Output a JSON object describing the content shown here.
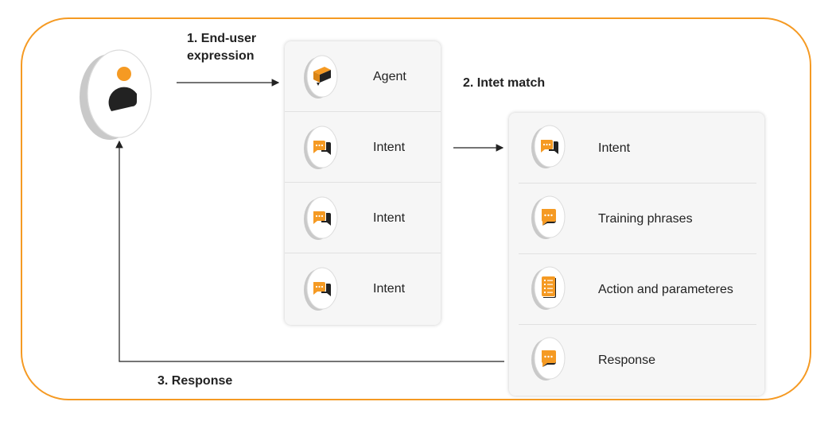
{
  "steps": {
    "step1_line1": "1. End-user",
    "step1_line2": "expression",
    "step2": "2. Intet match",
    "step3": "3. Response"
  },
  "agent_panel": {
    "rows": [
      {
        "label": "Agent",
        "icon": "folder-icon"
      },
      {
        "label": "Intent",
        "icon": "chat-bubbles-icon"
      },
      {
        "label": "Intent",
        "icon": "chat-bubbles-icon"
      },
      {
        "label": "Intent",
        "icon": "chat-bubbles-icon"
      }
    ]
  },
  "intent_panel": {
    "rows": [
      {
        "label": "Intent",
        "icon": "chat-bubbles-icon"
      },
      {
        "label": "Training phrases",
        "icon": "speech-bubble-icon"
      },
      {
        "label": "Action and parameteres",
        "icon": "list-icon"
      },
      {
        "label": "Response",
        "icon": "speech-bubble-icon"
      }
    ]
  },
  "colors": {
    "accent": "#f59a23",
    "dark": "#222222",
    "panel_bg": "#f6f6f6",
    "disc": "#e8e8e8"
  }
}
